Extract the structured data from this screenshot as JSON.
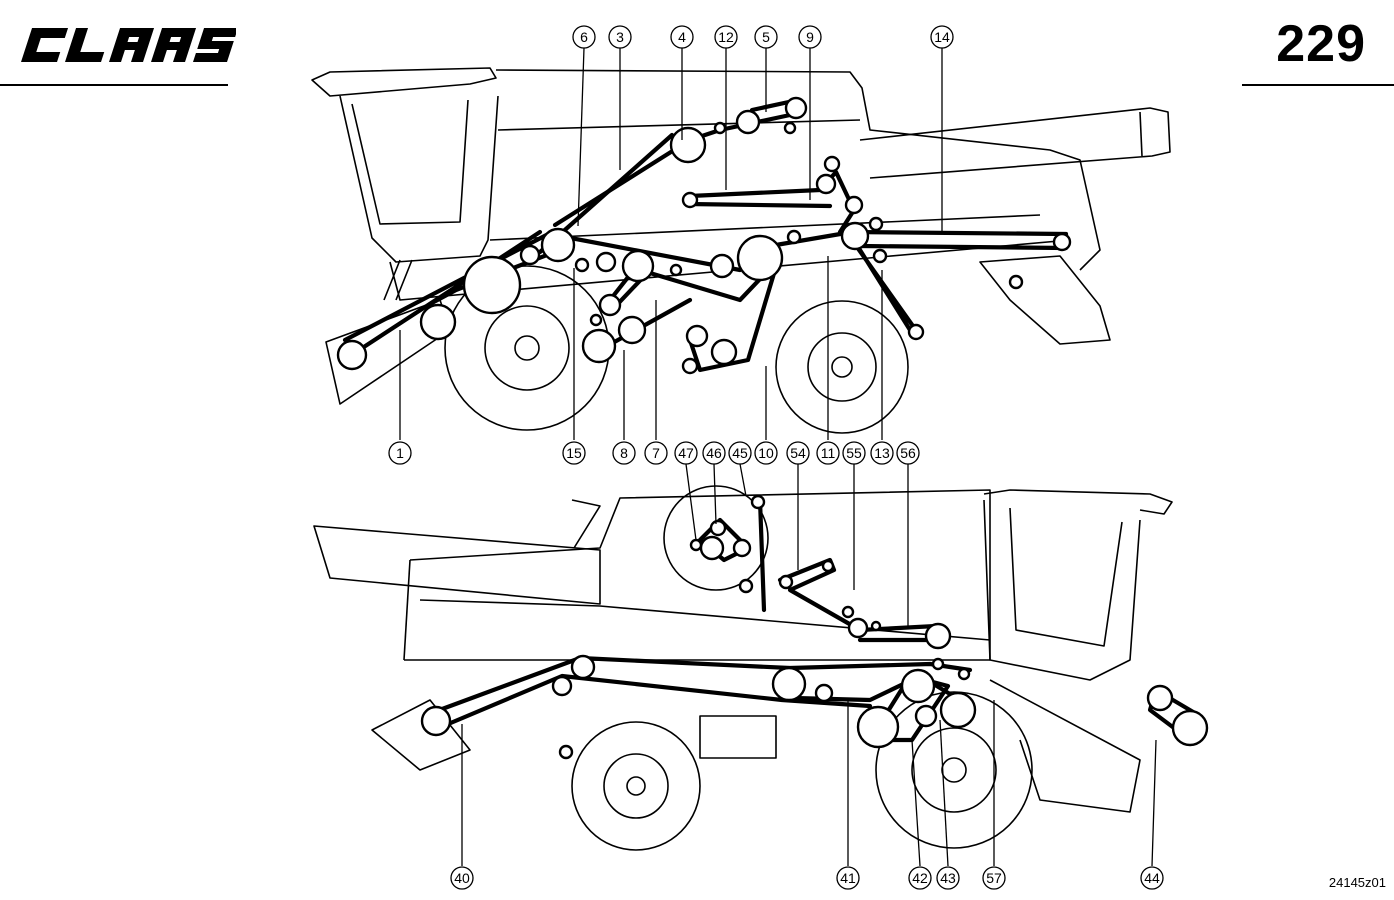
{
  "brand": {
    "name": "CLAAS"
  },
  "page": {
    "number": "229",
    "reference_code": "24145z01"
  },
  "diagram_top": {
    "callouts": [
      "6",
      "3",
      "4",
      "12",
      "5",
      "9",
      "14",
      "1",
      "15",
      "8",
      "7",
      "10",
      "11",
      "13"
    ]
  },
  "diagram_bottom": {
    "callouts": [
      "47",
      "46",
      "45",
      "54",
      "55",
      "56",
      "40",
      "41",
      "42",
      "43",
      "57",
      "44"
    ]
  },
  "colors": {
    "ink": "#000000",
    "paper": "#ffffff"
  }
}
